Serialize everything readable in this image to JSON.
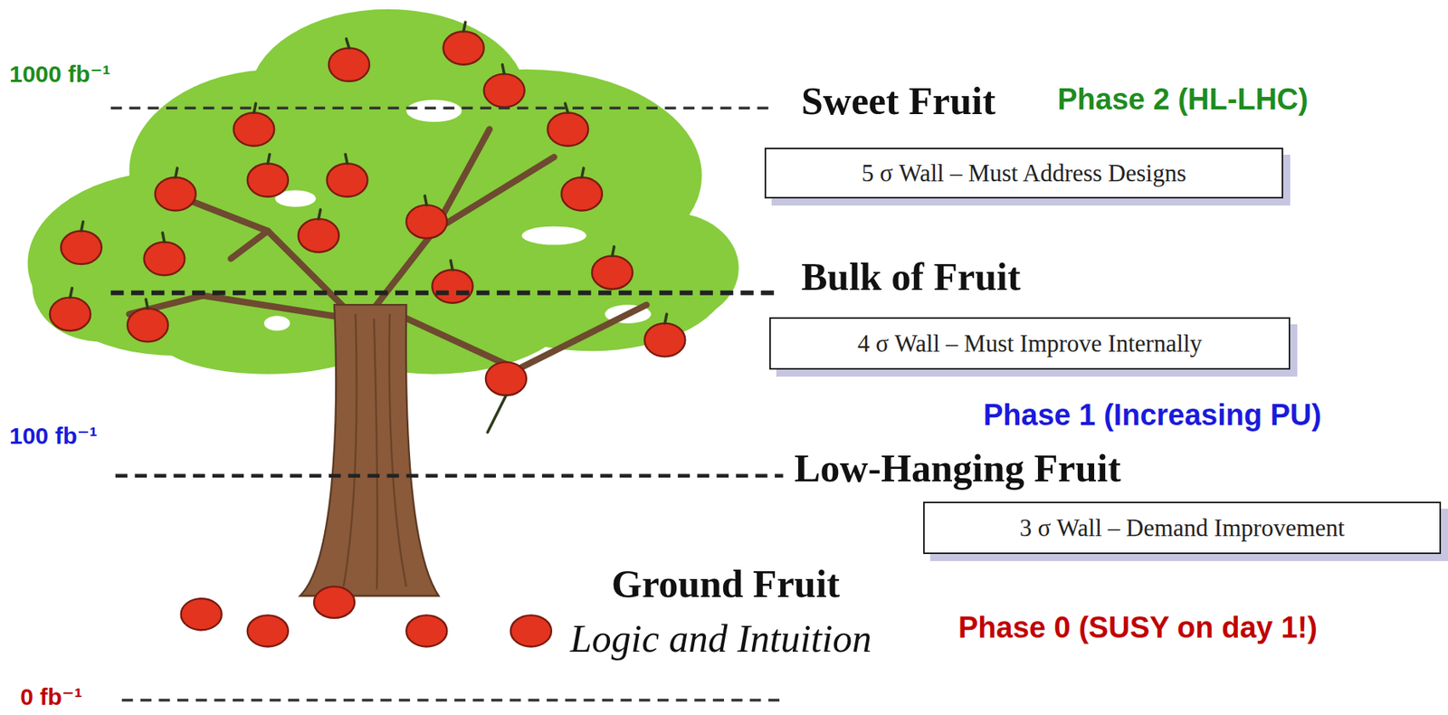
{
  "diagram": {
    "nodes": [
      {
        "text": [
          "5 σ Wall – Must Address Designs"
        ]
      },
      {
        "text": [
          "4 σ Wall – Must Improve Internally"
        ]
      },
      {
        "text": [
          "3 σ Wall – Demand Improvement"
        ]
      }
    ],
    "labels": [
      "1000 fb⁻¹",
      "Sweet Fruit",
      "Phase 2 (HL-LHC)",
      "Bulk of Fruit",
      "Phase 1 (Increasing PU)",
      "100 fb⁻¹",
      "Low-Hanging Fruit",
      "Ground Fruit",
      "Logic and Intuition",
      "Phase 0 (SUSY on day 1!)",
      "0 fb⁻¹"
    ]
  }
}
